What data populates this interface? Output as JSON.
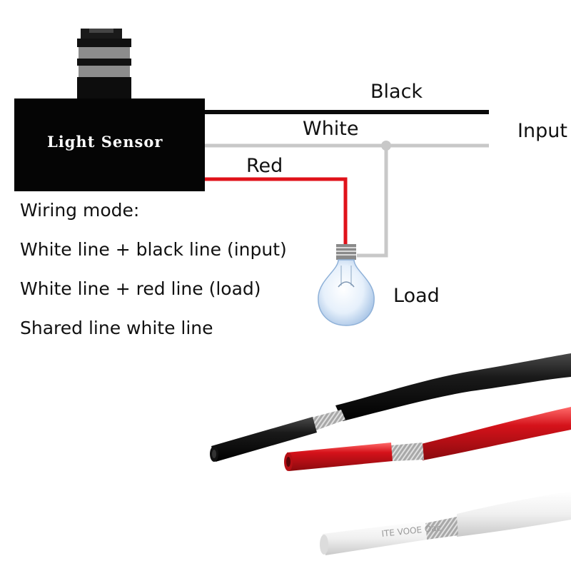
{
  "diagram": {
    "sensor_label": "Light Sensor",
    "wires": {
      "black": "Black",
      "white": "White",
      "red": "Red"
    },
    "input_label": "Input",
    "load_label": "Load",
    "notes": [
      "Wiring mode:",
      "White line + black line (input)",
      "White line + red line (load)",
      "Shared line white line"
    ],
    "cable_print": "ITE  VOOE  Oac"
  },
  "colors": {
    "black_wire": "#0a0a0a",
    "white_wire": "#c8c8c8",
    "red_wire": "#e0121a",
    "sensor_body": "#050505"
  },
  "icons": [
    "light-sensor-icon",
    "light-bulb-icon",
    "wire-photo"
  ]
}
